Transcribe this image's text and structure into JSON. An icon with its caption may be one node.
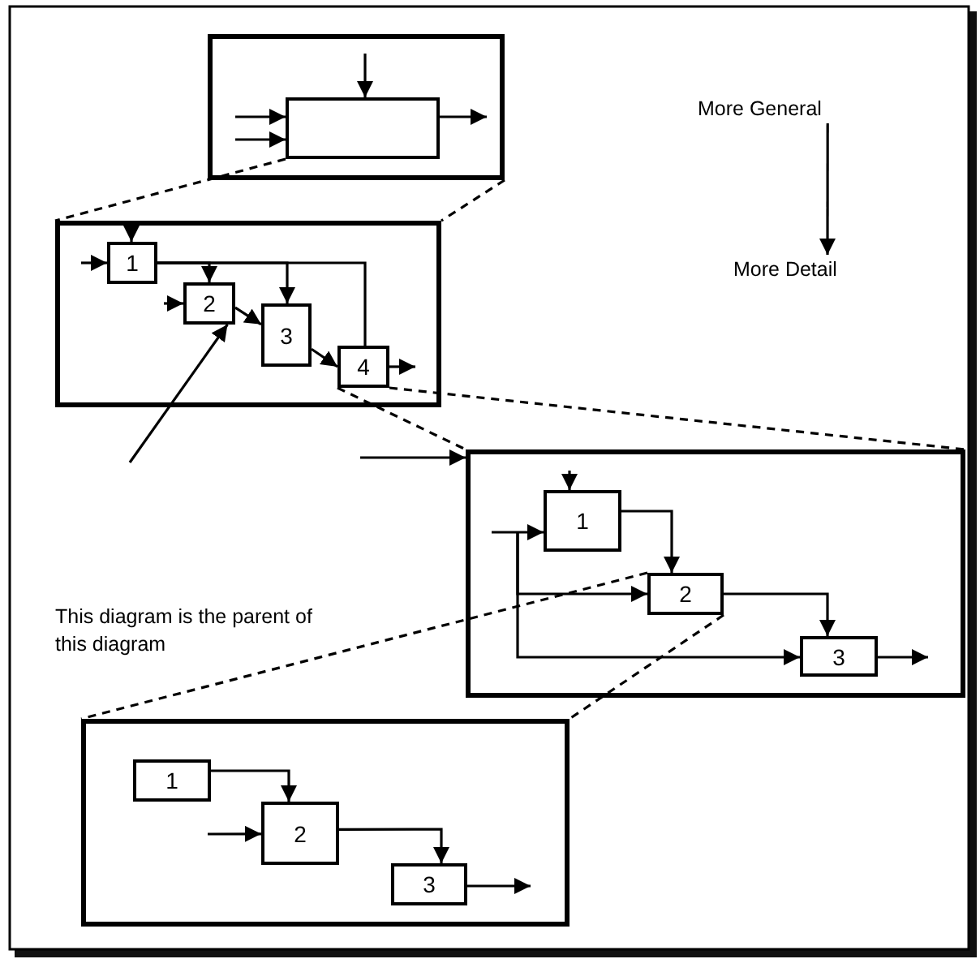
{
  "diagram": {
    "nodes": [
      {
        "text": [],
        "shape": "box"
      },
      {
        "text": [],
        "shape": "box",
        "in": 0
      },
      {
        "text": [],
        "shape": "box"
      },
      {
        "text": [
          "1"
        ],
        "in": 2
      },
      {
        "text": [
          "2"
        ],
        "in": 2
      },
      {
        "text": [
          "3"
        ],
        "in": 2
      },
      {
        "text": [
          "4"
        ],
        "in": 2
      },
      {
        "text": [],
        "shape": "box"
      },
      {
        "text": [
          "1"
        ],
        "in": 7
      },
      {
        "text": [
          "2"
        ],
        "in": 7
      },
      {
        "text": [
          "3"
        ],
        "in": 7
      },
      {
        "text": [],
        "shape": "box"
      },
      {
        "text": [
          "1"
        ],
        "in": 11
      },
      {
        "text": [
          "2"
        ],
        "in": 11
      },
      {
        "text": [
          "3"
        ],
        "in": 11
      },
      {
        "text": [
          "More General"
        ]
      },
      {
        "text": [
          "More Detail"
        ]
      },
      {
        "text": [
          "This diagram is the parent of this diagram"
        ]
      }
    ],
    "edges": [
      {
        "from": null,
        "to": 1,
        "arrow": "to"
      },
      {
        "from": null,
        "to": 1,
        "arrow": "to"
      },
      {
        "from": null,
        "to": 1,
        "arrow": "to"
      },
      {
        "from": 1,
        "to": null,
        "arrow": "to"
      },
      {
        "from": 1,
        "to": 2,
        "arrow": "none",
        "style": "dashed"
      },
      {
        "from": 0,
        "to": 2,
        "arrow": "none",
        "style": "dashed"
      },
      {
        "from": null,
        "to": 3,
        "arrow": "to"
      },
      {
        "from": null,
        "to": 3,
        "arrow": "to"
      },
      {
        "from": 3,
        "to": 4,
        "arrow": "to"
      },
      {
        "from": 3,
        "to": 5,
        "arrow": "to"
      },
      {
        "from": 3,
        "to": 6,
        "arrow": "none"
      },
      {
        "from": null,
        "to": 4,
        "arrow": "to"
      },
      {
        "from": 4,
        "to": 5,
        "arrow": "to"
      },
      {
        "from": 5,
        "to": 6,
        "arrow": "to"
      },
      {
        "from": 6,
        "to": null,
        "arrow": "to"
      },
      {
        "from": 6,
        "to": 7,
        "arrow": "none",
        "style": "dashed"
      },
      {
        "from": 6,
        "to": 7,
        "arrow": "none",
        "style": "dashed"
      },
      {
        "from": null,
        "to": 8,
        "arrow": "to"
      },
      {
        "from": null,
        "to": 8,
        "arrow": "to"
      },
      {
        "from": null,
        "to": 9,
        "arrow": "to"
      },
      {
        "from": null,
        "to": 10,
        "arrow": "to"
      },
      {
        "from": 8,
        "to": 9,
        "arrow": "to"
      },
      {
        "from": 9,
        "to": 10,
        "arrow": "to"
      },
      {
        "from": 10,
        "to": null,
        "arrow": "to"
      },
      {
        "from": 9,
        "to": 11,
        "arrow": "none",
        "style": "dashed"
      },
      {
        "from": 9,
        "to": 11,
        "arrow": "none",
        "style": "dashed"
      },
      {
        "from": 12,
        "to": 13,
        "arrow": "to"
      },
      {
        "from": null,
        "to": 13,
        "arrow": "to"
      },
      {
        "from": 13,
        "to": 14,
        "arrow": "to"
      },
      {
        "from": 14,
        "to": null,
        "arrow": "to"
      },
      {
        "from": 15,
        "to": 16,
        "arrow": "to"
      },
      {
        "from": null,
        "to": 4,
        "arrow": "to"
      },
      {
        "from": null,
        "to": 7,
        "arrow": "to"
      }
    ]
  }
}
